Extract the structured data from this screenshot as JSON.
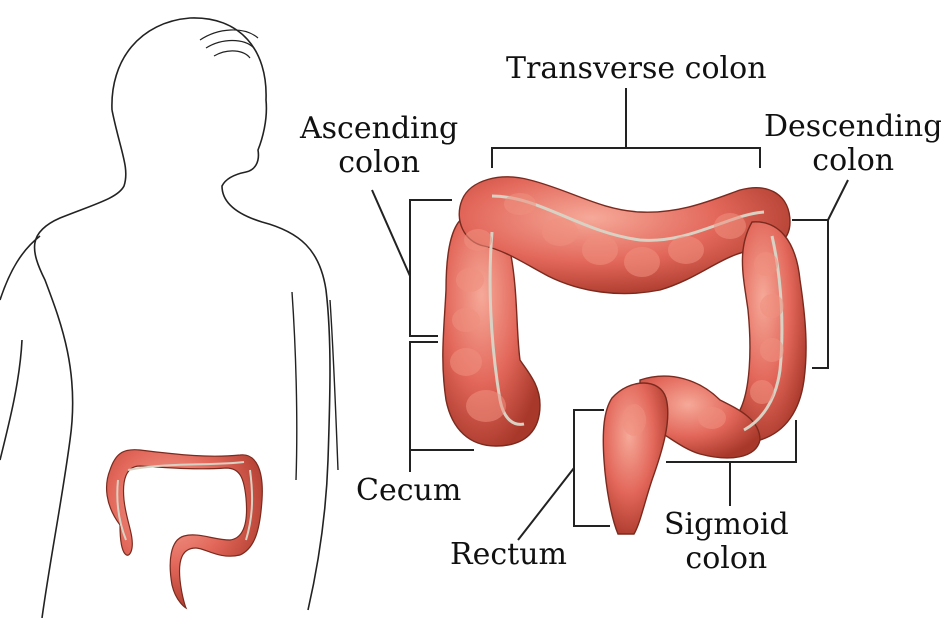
{
  "labels": {
    "transverse": "Transverse colon",
    "ascending": [
      "Ascending",
      "colon"
    ],
    "descending": [
      "Descending",
      "colon"
    ],
    "cecum": "Cecum",
    "rectum": "Rectum",
    "sigmoid": [
      "Sigmoid",
      "colon"
    ]
  },
  "colors": {
    "colon_fill": "#e2675a",
    "colon_light": "#f0907f",
    "colon_dark": "#b8402f",
    "mesentery": "#d8d2c4",
    "outline": "#222222"
  }
}
